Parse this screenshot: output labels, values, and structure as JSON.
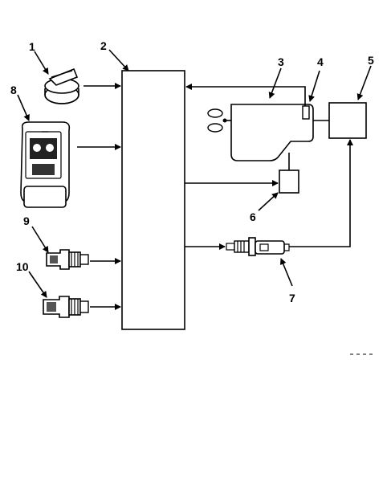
{
  "diagram": {
    "callouts": {
      "c1": "1",
      "c2": "2",
      "c3": "3",
      "c4": "4",
      "c5": "5",
      "c6": "6",
      "c7": "7",
      "c8": "8",
      "c9": "9",
      "c10": "10"
    },
    "colors": {
      "ink": "#000000",
      "background": "#ffffff"
    }
  }
}
